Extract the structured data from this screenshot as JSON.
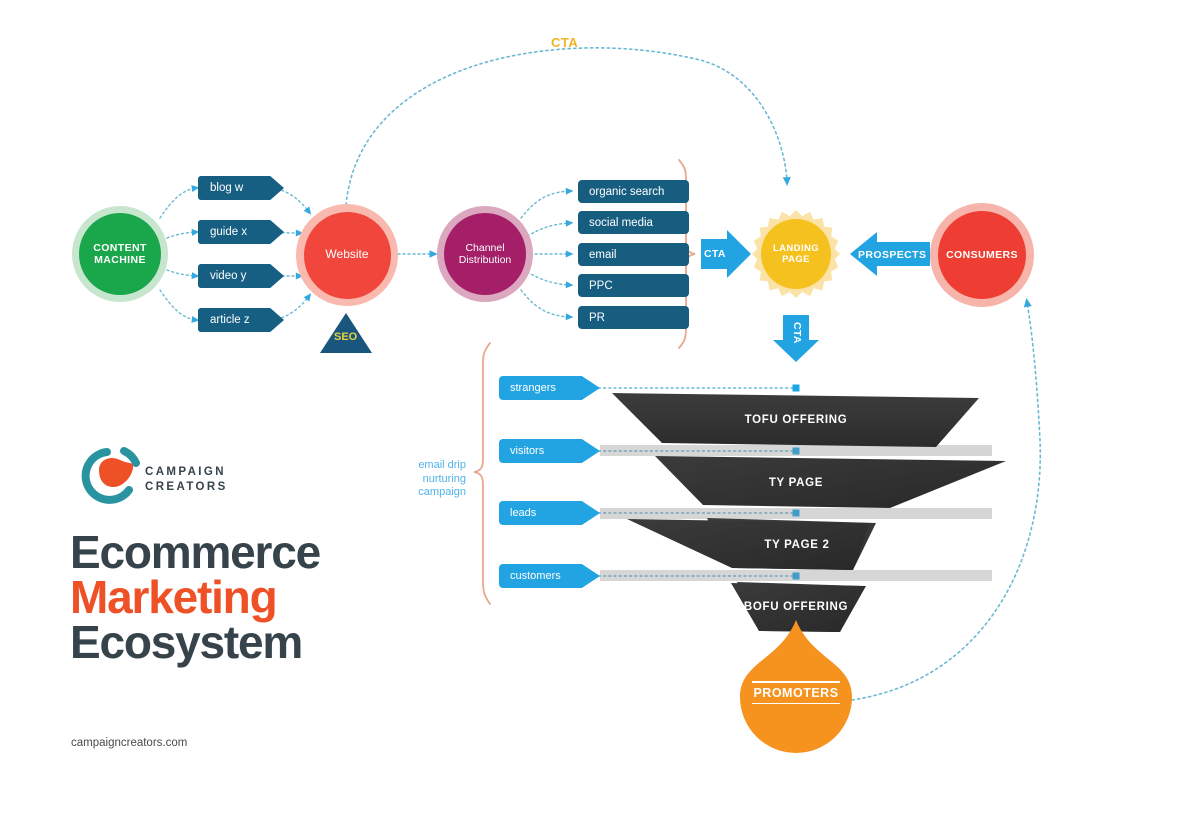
{
  "meta": {
    "title": "Ecommerce Marketing Ecosystem",
    "source_url": "campaigncreators.com"
  },
  "brand": {
    "name_line1": "CAMPAIGN",
    "name_line2": "CREATORS",
    "colors": {
      "teal": "#2a93a0",
      "orange": "#ef5126",
      "dark": "#36434a"
    }
  },
  "heading": {
    "line1": "Ecommerce",
    "line2": "Marketing",
    "line3": "Ecosystem"
  },
  "nodes": {
    "content_machine": {
      "label_line1": "CONTENT",
      "label_line2": "MACHINE",
      "fill": "#1aa64b",
      "ring": "#c6e6ce"
    },
    "website": {
      "label": "Website",
      "fill": "#f0463c",
      "ring": "#f9b9ae"
    },
    "channel_distribution": {
      "label_line1": "Channel",
      "label_line2": "Distribution",
      "fill": "#a41e68",
      "ring": "#dba8bf"
    },
    "landing_page": {
      "label_line1": "LANDING",
      "label_line2": "PAGE",
      "fill": "#f5c11e",
      "ring": "#fbe3a8"
    },
    "consumers": {
      "label": "CONSUMERS",
      "fill": "#ee3d33",
      "ring": "#f7b4ab"
    },
    "promoters": {
      "label": "PROMOTERS",
      "fill": "#f6921e"
    },
    "seo": {
      "label": "SEO",
      "fill": "#19557c",
      "text_color": "#e8d33a"
    }
  },
  "content_tags": [
    {
      "label": "blog w"
    },
    {
      "label": "guide x"
    },
    {
      "label": "video y"
    },
    {
      "label": "article z"
    }
  ],
  "channels": [
    {
      "label": "organic search"
    },
    {
      "label": "social media"
    },
    {
      "label": "email"
    },
    {
      "label": "PPC"
    },
    {
      "label": "PR"
    }
  ],
  "connectors": {
    "cta_arc_label": "CTA",
    "cta_arrow_right_label": "CTA",
    "cta_arrow_down_label": "CTA",
    "prospects_arrow_label": "PROSPECTS"
  },
  "funnel": {
    "bracket_label_line1": "email drip",
    "bracket_label_line2": "nurturing",
    "bracket_label_line3": "campaign",
    "stages": [
      {
        "side_label": "strangers",
        "stage_label": "TOFU OFFERING"
      },
      {
        "side_label": "visitors",
        "stage_label": "TY PAGE"
      },
      {
        "side_label": "leads",
        "stage_label": "TY PAGE 2"
      },
      {
        "side_label": "customers",
        "stage_label": "BOFU OFFERING"
      }
    ]
  },
  "chart_data": {
    "type": "diagram",
    "title": "Ecommerce Marketing Ecosystem",
    "flow": [
      "CONTENT MACHINE -> blog w / guide x / video y / article z -> Website",
      "Website -> Channel Distribution",
      "Channel Distribution -> organic search / social media / email / PPC / PR",
      "Channels -> CTA -> LANDING PAGE",
      "CONSUMERS -> PROSPECTS -> LANDING PAGE",
      "Website -> CTA (arc) -> LANDING PAGE",
      "LANDING PAGE -> CTA -> funnel",
      "funnel: TOFU OFFERING (strangers) -> TY PAGE (visitors) -> TY PAGE 2 (leads) -> BOFU OFFERING (customers)",
      "BOFU OFFERING -> PROMOTERS -> CONSUMERS (loop)"
    ]
  }
}
